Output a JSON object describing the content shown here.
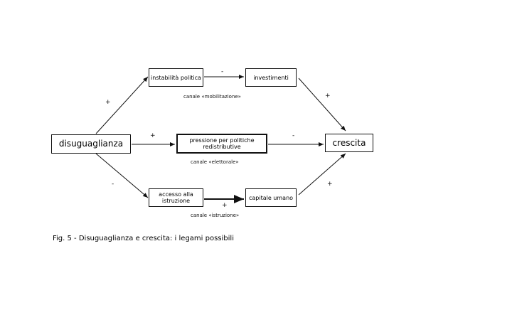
{
  "nodes": {
    "disuguaglianza": "disuguaglianza",
    "instabilita": "instabilità politica",
    "investimenti": "investimenti",
    "pressione": "pressione per politiche redistributive",
    "crescita": "crescita",
    "accesso": "accesso alla istruzione",
    "capitale": "capitale umano"
  },
  "channels": {
    "mobilitazione": "canale «mobilitazione»",
    "elettorale": "canale «elettorale»",
    "istruzione": "canale «istruzione»"
  },
  "signs": {
    "dis_to_instab": "+",
    "instab_to_inv": "-",
    "inv_to_cresc": "+",
    "dis_to_press": "+",
    "press_to_cresc": "-",
    "dis_to_acc": "-",
    "acc_to_cap": "+",
    "cap_to_cresc": "+"
  },
  "caption": "Fig. 5 - Disuguaglianza e crescita: i legami possibili"
}
